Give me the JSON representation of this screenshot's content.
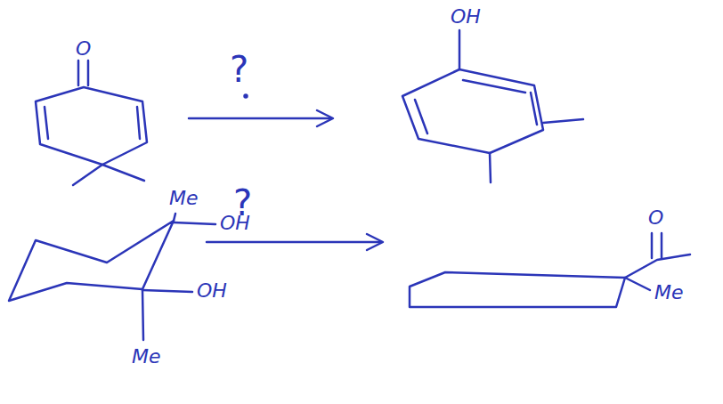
{
  "diagram": {
    "labels": [
      "O",
      "?",
      "OH",
      "Me",
      "OH",
      "OH",
      "Me",
      "?",
      "O",
      "Me"
    ]
  }
}
